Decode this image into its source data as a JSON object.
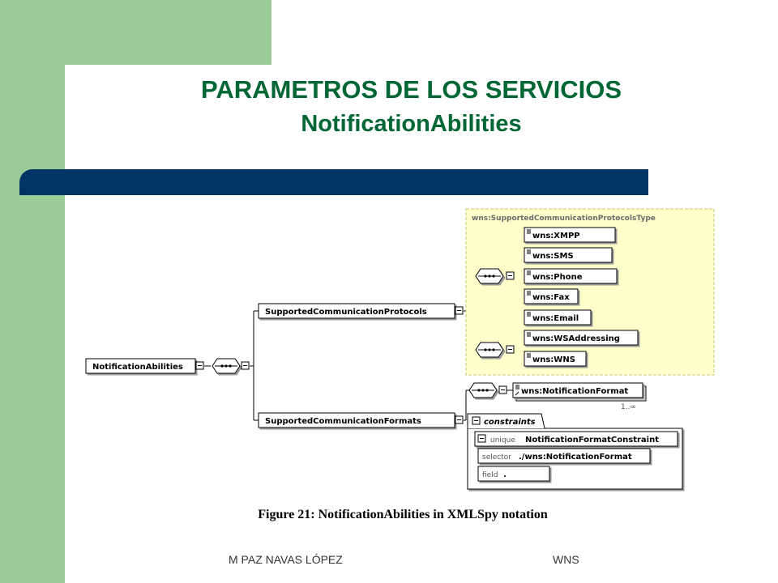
{
  "slide": {
    "title_line1": "PARAMETROS DE LOS SERVICIOS",
    "title_line2": "NotificationAbilities",
    "footer_left": "M PAZ NAVAS LÓPEZ",
    "footer_right": "WNS",
    "colors": {
      "accent_green": "#99cc99",
      "title_green": "#006633",
      "navy": "#003366",
      "schema_fill": "#ffffcc"
    }
  },
  "diagram": {
    "root": "NotificationAbilities",
    "protocols_element": "SupportedCommunicationProtocols",
    "formats_element": "SupportedCommunicationFormats",
    "protocols_type": "wns:SupportedCommunicationProtocolsType",
    "protocols": [
      "wns:XMPP",
      "wns:SMS",
      "wns:Phone",
      "wns:Fax",
      "wns:Email",
      "wns:WSAddressing",
      "wns:WNS"
    ],
    "notification_format": "wns:NotificationFormat",
    "multiplicity": "1..∞",
    "constraints_label": "constraints",
    "unique_label": "unique",
    "unique_name": "NotificationFormatConstraint",
    "selector_label": "selector",
    "selector_value": "./wns:NotificationFormat",
    "field_label": "field",
    "field_value": ".",
    "caption": "Figure 21: NotificationAbilities in XMLSpy notation"
  }
}
